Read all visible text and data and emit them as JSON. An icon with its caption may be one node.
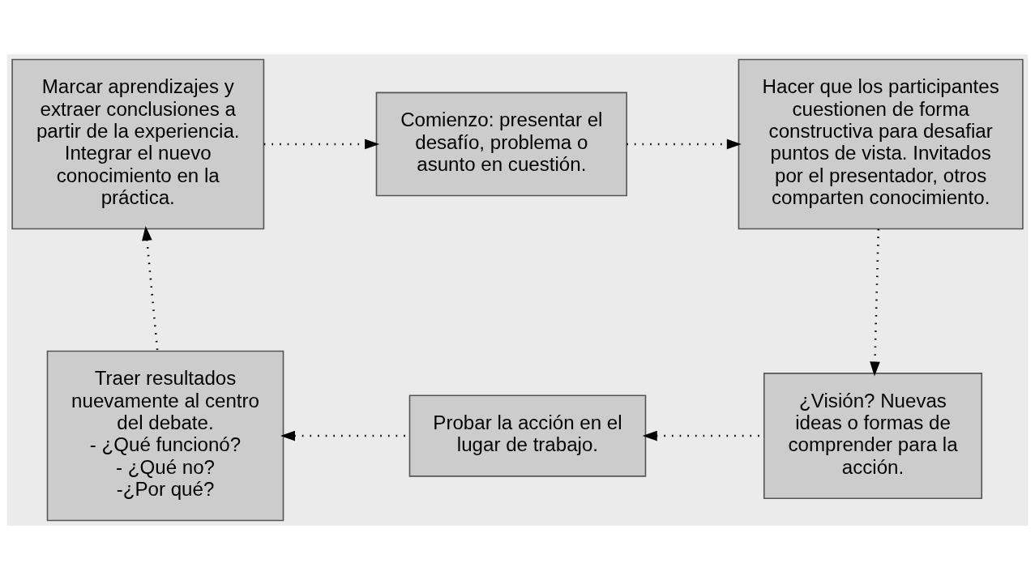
{
  "diagram": {
    "nodes": [
      {
        "text": [
          "Comienzo: presentar el desafío, problema o asunto en cuestión."
        ]
      },
      {
        "text": [
          "Marcar aprendizajes y extraer conclusiones a partir de la experiencia. Integrar el nuevo conocimiento en la práctica."
        ]
      },
      {
        "text": [
          "Hacer que los participantes cuestionen de forma constructiva para desafiar puntos de vista. Invitados por el presentador, otros comparten conocimiento."
        ]
      },
      {
        "text": [
          "Traer resultados nuevamente al centro del debate.",
          "- ¿Qué funcionó?",
          "- ¿Qué no?",
          "-¿Por qué?"
        ]
      },
      {
        "text": [
          "¿Visión? Nuevas ideas o formas de comprender para la acción."
        ]
      },
      {
        "text": [
          "Probar la acción en el lugar de trabajo."
        ]
      }
    ],
    "edges": [
      {
        "from": 0,
        "to": 2,
        "arrow": "to"
      },
      {
        "from": 2,
        "to": 4,
        "arrow": "to"
      },
      {
        "from": 4,
        "to": 5,
        "arrow": "to"
      },
      {
        "from": 5,
        "to": 3,
        "arrow": "to"
      },
      {
        "from": 3,
        "to": 1,
        "arrow": "to"
      },
      {
        "from": 1,
        "to": 0,
        "arrow": "to"
      }
    ]
  }
}
